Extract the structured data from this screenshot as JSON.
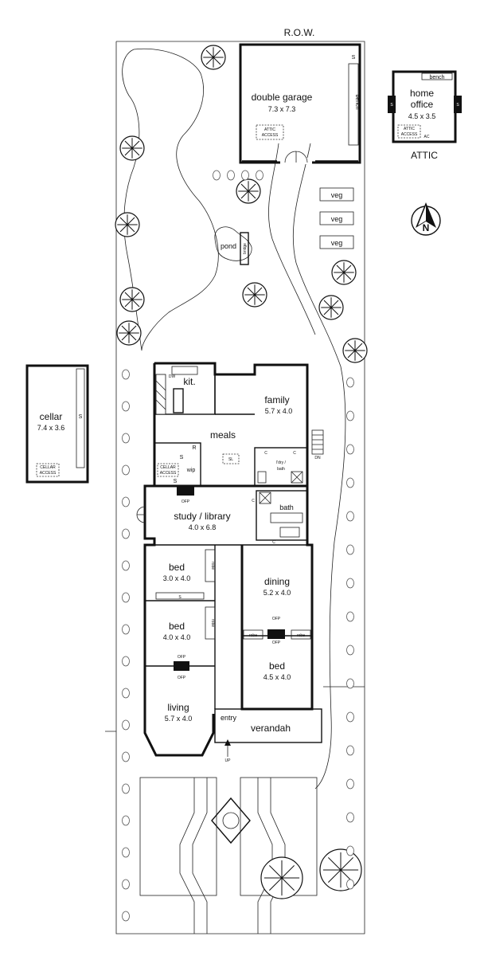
{
  "labels": {
    "row": "R.O.W.",
    "double_garage": "double garage",
    "double_garage_size": "7.3 x 7.3",
    "bench": "bench",
    "attic_access": "ATTIC\nACCESS",
    "home_office": "home\noffice",
    "home_office_size": "4.5 x 3.5",
    "attic": "ATTIC",
    "ac": "AC",
    "s": "S",
    "veg": "veg",
    "pond": "pond",
    "bridge": "bridge",
    "north": "N",
    "cellar": "cellar",
    "cellar_size": "7.4 x 3.6",
    "cellar_access": "CELLAR\nACCESS",
    "dw": "DW",
    "kit": "kit.",
    "family": "family",
    "family_size": "5.7 x 4.0",
    "meals": "meals",
    "sl": "SL",
    "r": "R",
    "wip": "wip",
    "c": "C",
    "ldry_bath": "l'dry /\nbath",
    "dn": "DN",
    "bath": "bath",
    "ofp": "OFP",
    "study_library": "study / library",
    "study_size": "4.0 x 6.8",
    "bed": "bed",
    "bed1_size": "3.0 x 4.0",
    "robe": "robe",
    "dining": "dining",
    "dining_size": "5.2 x 4.0",
    "bed2_size": "4.0 x 4.0",
    "bed3_size": "4.5 x 4.0",
    "living": "living",
    "living_size": "5.7 x 4.0",
    "entry": "entry",
    "verandah": "verandah",
    "up": "UP"
  },
  "colors": {
    "ink": "#111111",
    "paper": "#ffffff",
    "shrub": "#555555"
  }
}
